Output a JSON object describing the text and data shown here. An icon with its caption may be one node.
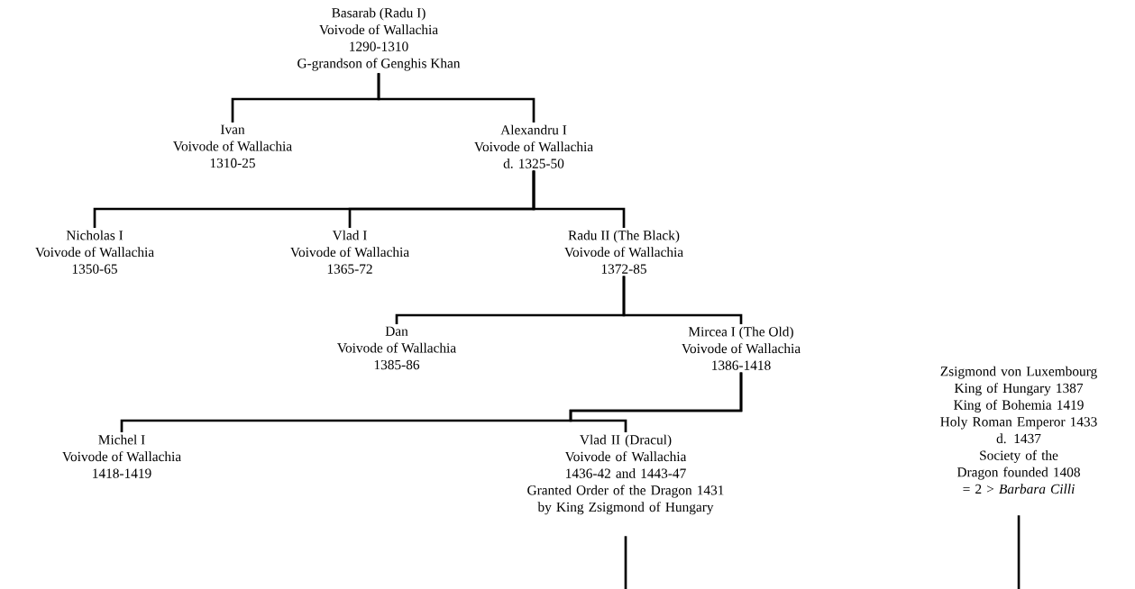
{
  "diagram": {
    "nodes": [
      {
        "text": [
          "Basarab (Radu I)",
          "Voivode of Wallachia",
          "1290-1310",
          "G-grandson of Genghis Khan"
        ]
      },
      {
        "text": [
          "Ivan",
          "Voivode of Wallachia",
          "1310-25"
        ]
      },
      {
        "text": [
          "Alexandru I",
          "Voivode of Wallachia",
          "d. 1325-50"
        ]
      },
      {
        "text": [
          "Nicholas I",
          "Voivode of Wallachia",
          "1350-65"
        ]
      },
      {
        "text": [
          "Vlad I",
          "Voivode of Wallachia",
          "1365-72"
        ]
      },
      {
        "text": [
          "Radu II (The Black)",
          "Voivode of Wallachia",
          "1372-85"
        ]
      },
      {
        "text": [
          "Dan",
          "Voivode of Wallachia",
          "1385-86"
        ]
      },
      {
        "text": [
          "Mircea I (The Old)",
          "Voivode of Wallachia",
          "1386-1418"
        ]
      },
      {
        "text": [
          "Michel I",
          "Voivode of Wallachia",
          "1418-1419"
        ]
      },
      {
        "text": [
          "Vlad II (Dracul)",
          "Voivode of Wallachia",
          "1436-42 and 1443-47",
          "Granted Order of the Dragon 1431 by King Zsigmond of Hungary"
        ]
      },
      {
        "text": [
          "Zsigmond von Luxembourg",
          "King of Hungary 1387",
          "King of Bohemia 1419",
          "Holy Roman Emperor 1433",
          "d. 1437",
          "Society of the Dragon founded 1408",
          "= 2 > *Barbara Cilli*"
        ]
      }
    ],
    "edges": [
      {
        "from": 0,
        "to": 1,
        "arrow": "none"
      },
      {
        "from": 0,
        "to": 2,
        "arrow": "none"
      },
      {
        "from": 2,
        "to": 3,
        "arrow": "none"
      },
      {
        "from": 2,
        "to": 4,
        "arrow": "none"
      },
      {
        "from": 2,
        "to": 5,
        "arrow": "none"
      },
      {
        "from": 5,
        "to": 6,
        "arrow": "none"
      },
      {
        "from": 5,
        "to": 7,
        "arrow": "none"
      },
      {
        "from": 7,
        "to": 8,
        "arrow": "none"
      },
      {
        "from": 7,
        "to": 9,
        "arrow": "none"
      },
      {
        "from": 9,
        "to": null,
        "arrow": "none"
      },
      {
        "from": 10,
        "to": null,
        "arrow": "none"
      }
    ]
  }
}
